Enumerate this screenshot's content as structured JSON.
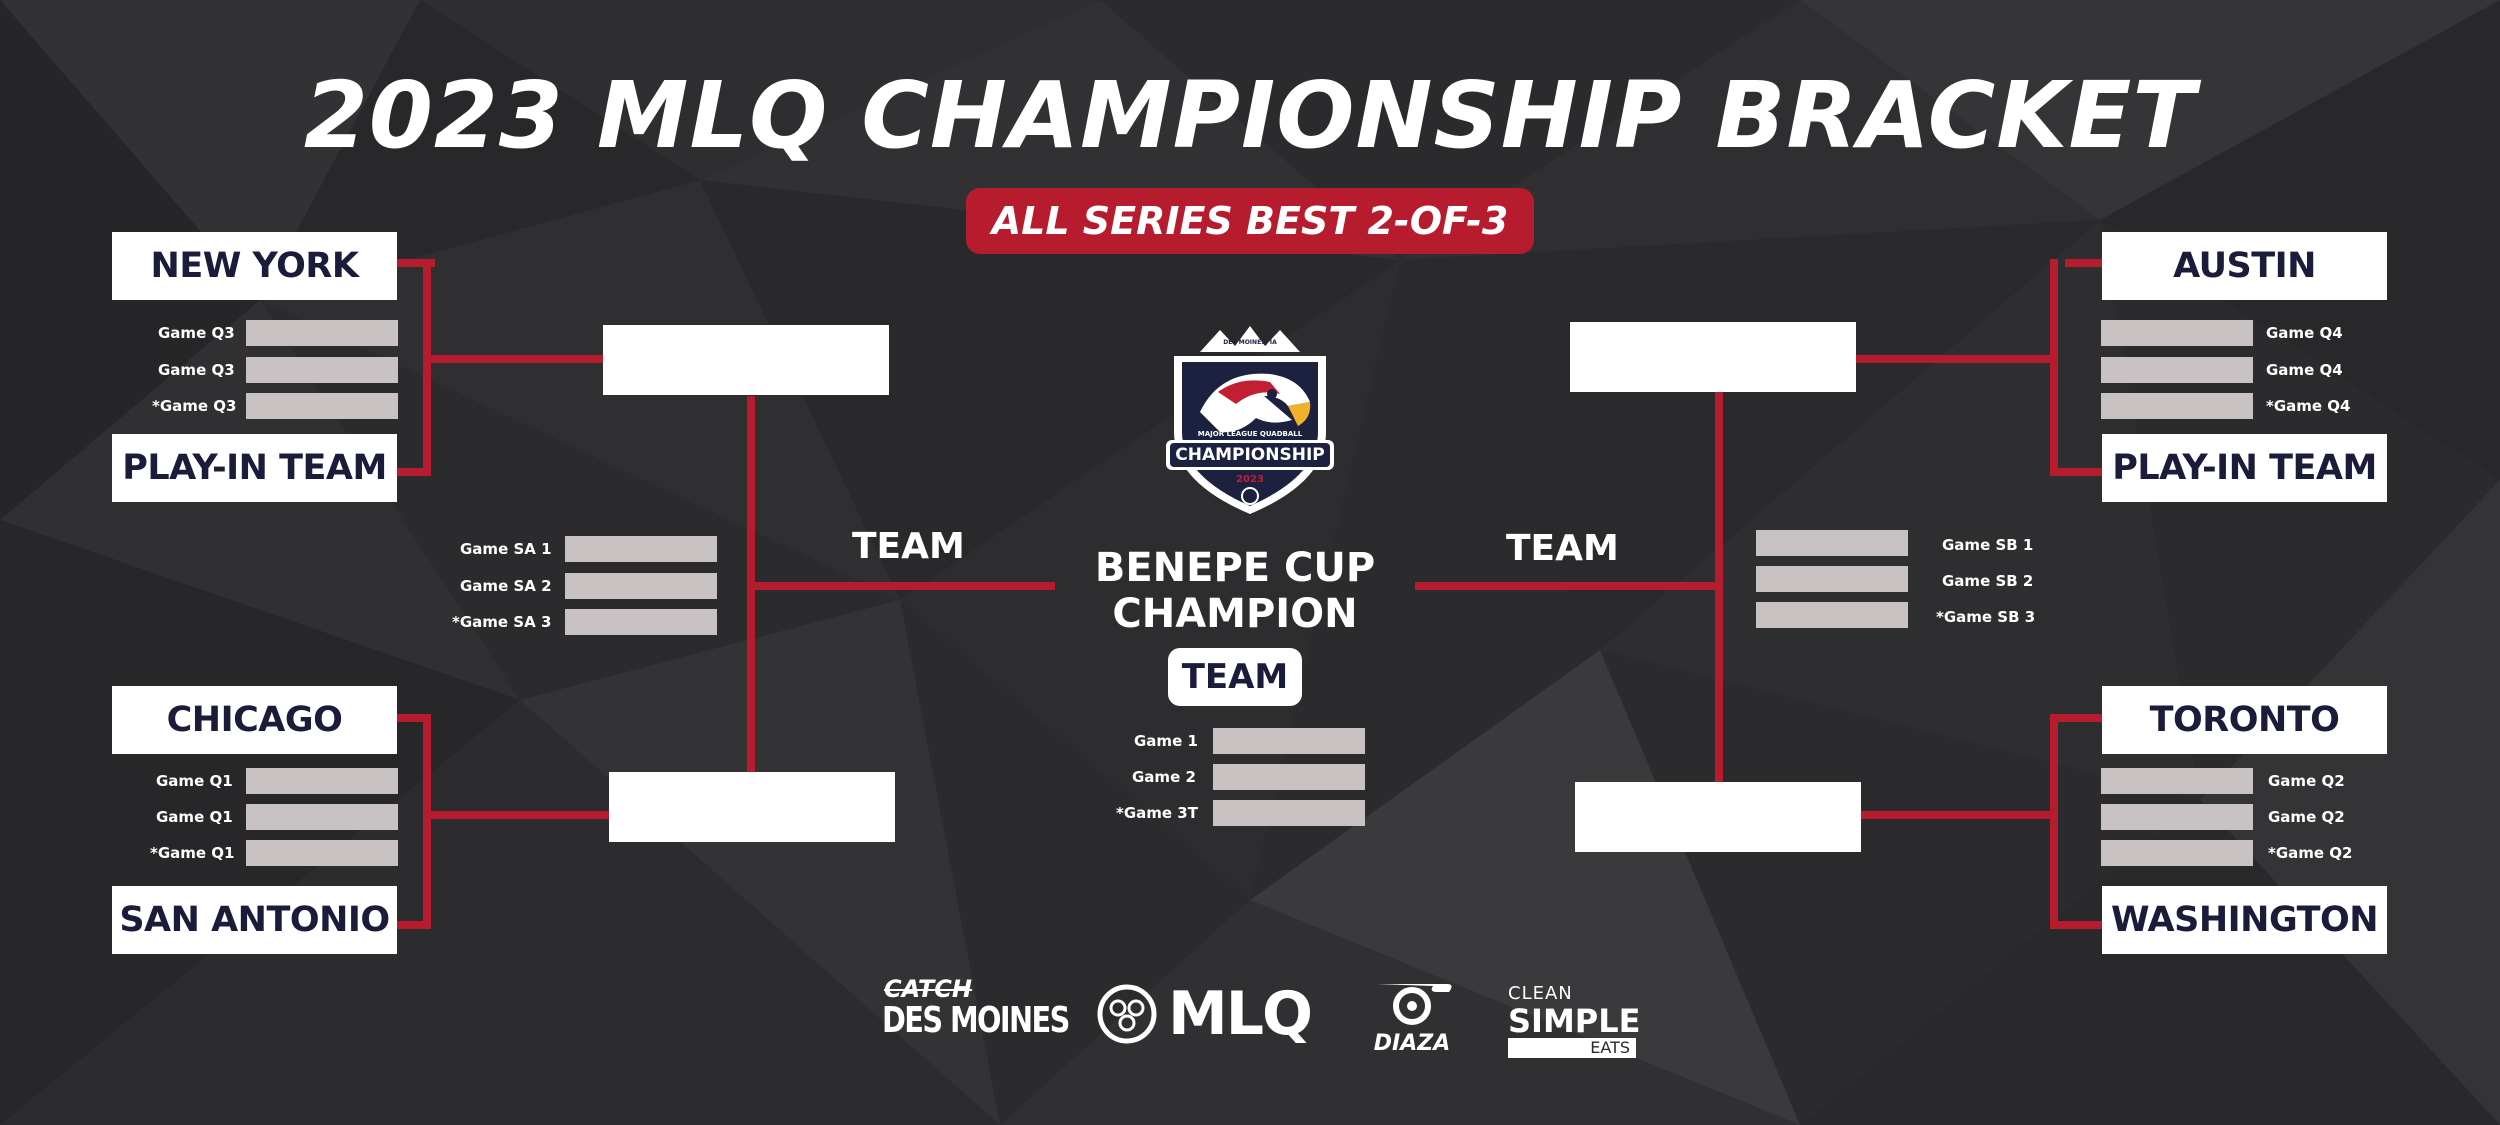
{
  "title": "2023 MLQ CHAMPIONSHIP BRACKET",
  "subtitle": "ALL SERIES BEST 2-OF-3",
  "colors": {
    "background": "#2a2a2d",
    "accent_red": "#b71c2e",
    "bracket_line": "#b71c2e",
    "score_box": "#c9c2c2",
    "team_text": "#1b1b3a"
  },
  "left": {
    "top": {
      "team1": "NEW YORK",
      "team2": "PLAY-IN TEAM",
      "games": [
        "Game Q3",
        "Game Q3",
        "*Game Q3"
      ]
    },
    "bottom": {
      "team1": "CHICAGO",
      "team2": "SAN ANTONIO",
      "games": [
        "Game Q1",
        "Game Q1",
        "*Game Q1"
      ]
    },
    "semi_games": [
      "Game SA 1",
      "Game SA 2",
      "*Game SA 3"
    ],
    "semi_label": "TEAM"
  },
  "right": {
    "top": {
      "team1": "AUSTIN",
      "team2": "PLAY-IN TEAM",
      "games": [
        "Game Q4",
        "Game Q4",
        "*Game Q4"
      ]
    },
    "bottom": {
      "team1": "TORONTO",
      "team2": "WASHINGTON",
      "games": [
        "Game Q2",
        "Game Q2",
        "*Game Q2"
      ]
    },
    "semi_games": [
      "Game SB 1",
      "Game SB 2",
      "*Game SB 3"
    ],
    "semi_label": "TEAM"
  },
  "final": {
    "champion_line1": "BENEPE CUP",
    "champion_line2": "CHAMPION",
    "champion_team": "TEAM",
    "games": [
      "Game 1",
      "Game 2",
      "*Game 3T"
    ]
  },
  "logo": {
    "top_text": "DES MOINES, IA",
    "ring_text": "MAJOR LEAGUE QUADBALL",
    "main_text": "CHAMPIONSHIP",
    "year": "2023"
  },
  "sponsors": {
    "catch_script": "CATCH",
    "catch_name": "DES MOINES",
    "mlq": "MLQ",
    "diaza": "DIAZA",
    "clean": "CLEAN",
    "simple": "SIMPLE",
    "eats": "EATS"
  }
}
